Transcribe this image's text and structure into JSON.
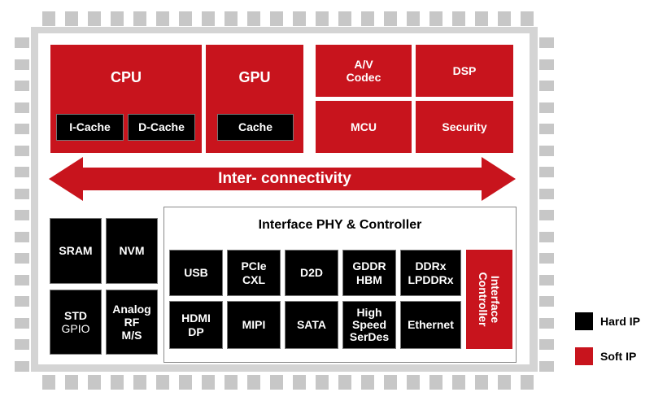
{
  "cpu": {
    "label": "CPU",
    "icache": "I-Cache",
    "dcache": "D-Cache"
  },
  "gpu": {
    "label": "GPU",
    "cache": "Cache"
  },
  "av_codec": [
    "A/V",
    "Codec"
  ],
  "dsp": "DSP",
  "mcu": "MCU",
  "security": "Security",
  "interconnect": "Inter- connectivity",
  "memory": {
    "sram": "SRAM",
    "nvm": "NVM"
  },
  "std_gpio": [
    "STD",
    "GPIO"
  ],
  "analog": [
    "Analog",
    "RF",
    "M/S"
  ],
  "phy": {
    "title": "Interface PHY & Controller",
    "row1": [
      [
        "USB"
      ],
      [
        "PCIe",
        "CXL"
      ],
      [
        "D2D"
      ],
      [
        "GDDR",
        "HBM"
      ],
      [
        "DDRx",
        "LPDDRx"
      ]
    ],
    "row2": [
      [
        "HDMI",
        "DP"
      ],
      [
        "MIPI"
      ],
      [
        "SATA"
      ],
      [
        "High",
        "Speed",
        "SerDes"
      ],
      [
        "Ethernet"
      ]
    ],
    "controller": [
      "Interface",
      "Controller"
    ]
  },
  "legend": {
    "hard": "Hard IP",
    "soft": "Soft IP"
  },
  "colors": {
    "soft_ip": "#c8141d",
    "hard_ip": "#000000",
    "pin": "#c7c7c7",
    "chip_border": "#d4d4d4"
  }
}
